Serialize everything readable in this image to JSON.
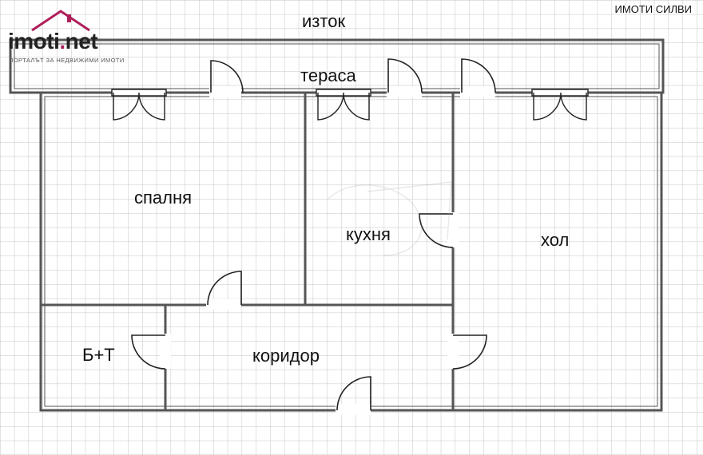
{
  "brand": {
    "logo_main": "imoti",
    "logo_dot": ".",
    "logo_tld": "net",
    "logo_tagline": "ПОРТАЛЪТ ЗА НЕДВИЖИМИ ИМОТИ",
    "agency": "ИМОТИ СИЛВИ",
    "logo_color": "#b01e5a"
  },
  "orientation": {
    "label": "изток"
  },
  "rooms": {
    "terrace": "тераса",
    "bedroom": "спалня",
    "kitchen": "кухня",
    "living": "хол",
    "bathroom": "Б+Т",
    "corridor": "коридор"
  },
  "colors": {
    "grid": "#c4c4c4",
    "wall": "#555555",
    "door": "#222222"
  }
}
